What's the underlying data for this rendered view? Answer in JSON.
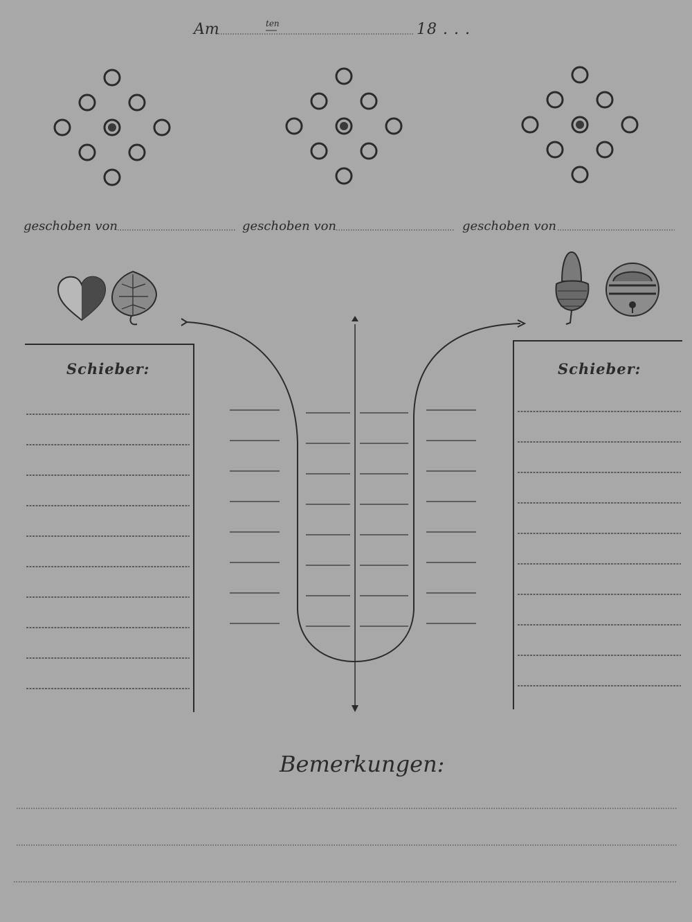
{
  "header": {
    "am_label": "Am",
    "ten_label": "ten",
    "year_label": "18 . . ."
  },
  "pin_diagrams": {
    "pushed_by_label": "geschoben von"
  },
  "score_tables": {
    "left_title": "Schieber:",
    "right_title": "Schieber:"
  },
  "remarks": {
    "title": "Bemerkungen:"
  },
  "colors": {
    "paper": "#a8a8a8",
    "ink": "#2b2b2b"
  },
  "icons": [
    "heart-icon",
    "leaf-icon",
    "acorn-icon",
    "bell-icon"
  ]
}
